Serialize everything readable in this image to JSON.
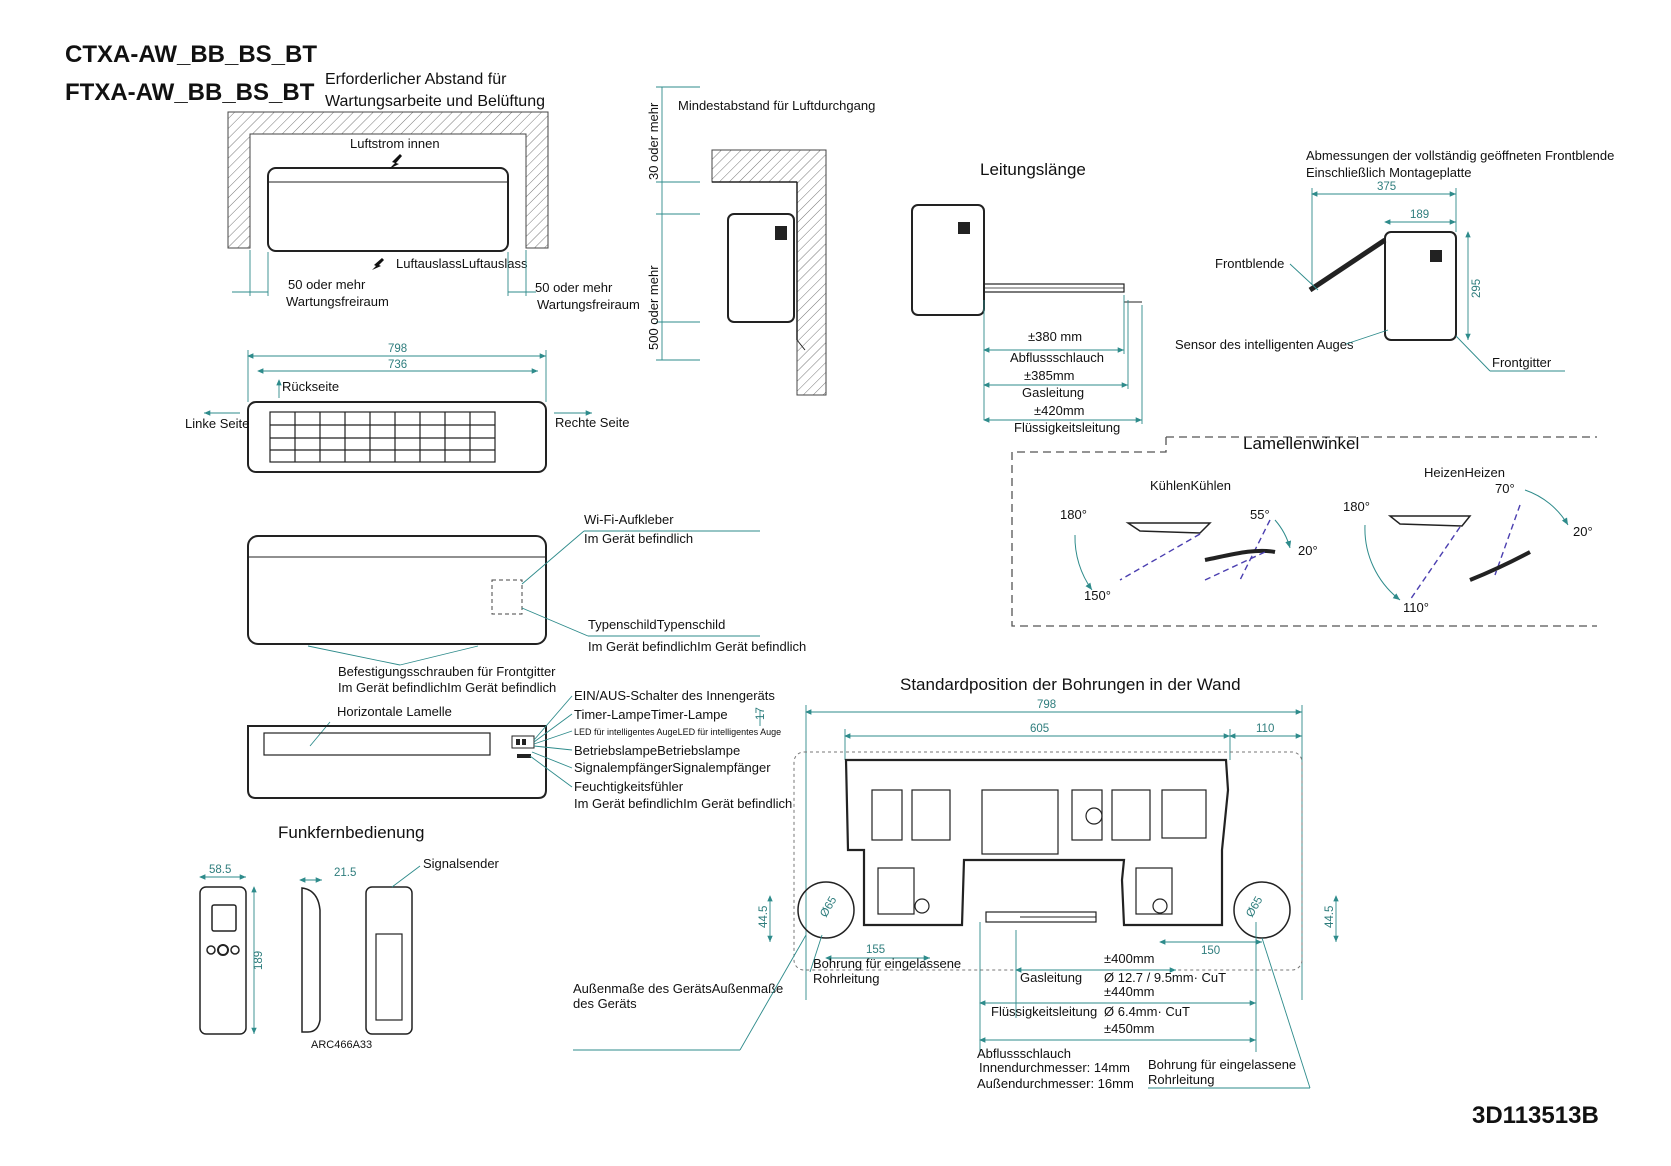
{
  "models": [
    "CTXA-AW_BB_BS_BT",
    "FTXA-AW_BB_BS_BT"
  ],
  "drawing_number": "3D113513B",
  "clearance": {
    "heading_line1": "Erforderlicher Abstand für",
    "heading_line2": "Wartungsarbeite und Belüftung",
    "airflow_in": "Luftstrom innen",
    "airflow_out": "LuftauslassLuftauslass",
    "left_value": "50 oder mehr",
    "left_label": "Wartungsfreiraum",
    "right_value": "50 oder mehr",
    "right_label": "Wartungsfreiraum"
  },
  "side_clearance": {
    "top_value": "30 oder mehr",
    "top_label": "Mindestabstand für Luftdurchgang",
    "bottom_value": "500 oder mehr"
  },
  "pipe_length": {
    "heading": "Leitungslänge",
    "drain_len": "±380 mm",
    "drain_label": "Abflussschlauch",
    "gas_len": "±385mm",
    "gas_label": "Gasleitung",
    "liquid_len": "±420mm",
    "liquid_label": "Flüssigkeitsleitung"
  },
  "open_panel": {
    "heading_line1": "Abmessungen der vollständig geöffneten Frontblende",
    "heading_line2": "Einschließlich Montageplatte",
    "dim_375": "375",
    "dim_189": "189",
    "dim_295": "295",
    "front_panel": "Frontblende",
    "sensor": "Sensor des intelligenten Auges",
    "front_grille": "Frontgitter"
  },
  "top_view": {
    "dim_798": "798",
    "dim_736": "736",
    "rear": "Rückseite",
    "left_side": "Linke Seite",
    "right_side": "Rechte Seite"
  },
  "louver": {
    "heading": "Lamellenwinkel",
    "cool_label": "KühlenKühlen",
    "heat_label": "HeizenHeizen",
    "cool_180": "180°",
    "cool_150": "150°",
    "cool_55": "55°",
    "cool_20": "20°",
    "heat_180": "180°",
    "heat_110": "110°",
    "heat_70": "70°",
    "heat_20": "20°"
  },
  "front_view": {
    "wifi_label": "Wi-Fi-Aufkleber",
    "wifi_sub": "Im Gerät befindlich",
    "nameplate_label": "TypenschildTypenschild",
    "nameplate_sub": "Im Gerät befindlichIm Gerät befindlich",
    "screws_label": "Befestigungsschrauben für Frontgitter",
    "screws_sub": "Im Gerät befindlichIm Gerät befindlich"
  },
  "bottom_view": {
    "horizontal_louver": "Horizontale Lamelle",
    "dim_17": "17",
    "onoff": "EIN/AUS-Schalter des Innengeräts",
    "timer": "Timer-LampeTimer-Lampe",
    "led": "LED für intelligentes AugeLED für intelligentes Auge",
    "operation": "BetriebslampeBetriebslampe",
    "signal": "SignalempfängerSignalempfänger",
    "humidity": "Feuchtigkeitsfühler",
    "humidity_sub": "Im Gerät befindlichIm Gerät befindlich"
  },
  "remote": {
    "heading": "Funkfernbedienung",
    "dim_58_5": "58.5",
    "dim_21_5": "21.5",
    "dim_189": "189",
    "transmitter": "Signalsender",
    "model": "ARC466A33"
  },
  "wall_holes": {
    "heading": "Standardposition der Bohrungen in der Wand",
    "dim_798": "798",
    "dim_605": "605",
    "dim_110": "110",
    "dim_44_5_left": "44.5",
    "dim_44_5_right": "44.5",
    "hole_left": "Ø65",
    "hole_right": "Ø65",
    "dim_155": "155",
    "dim_150": "150",
    "left_hole_label_1": "Bohrung für eingelassene",
    "left_hole_label_2": "Rohrleitung",
    "outer_dims_1": "Außenmaße des GerätsAußenmaße",
    "outer_dims_2": "des Geräts",
    "len_400": "±400mm",
    "gas_label": "Gasleitung",
    "gas_spec": "Ø 12.7 / 9.5mm· CuT",
    "len_440": "±440mm",
    "liquid_label": "Flüssigkeitsleitung",
    "liquid_spec": "Ø 6.4mm· CuT",
    "len_450": "±450mm",
    "drain_label": "Abflussschlauch",
    "drain_inner": "Innendurchmesser: 14mm",
    "drain_outer": "Außendurchmesser: 16mm",
    "right_hole_label_1": "Bohrung für eingelassene",
    "right_hole_label_2": "Rohrleitung"
  }
}
